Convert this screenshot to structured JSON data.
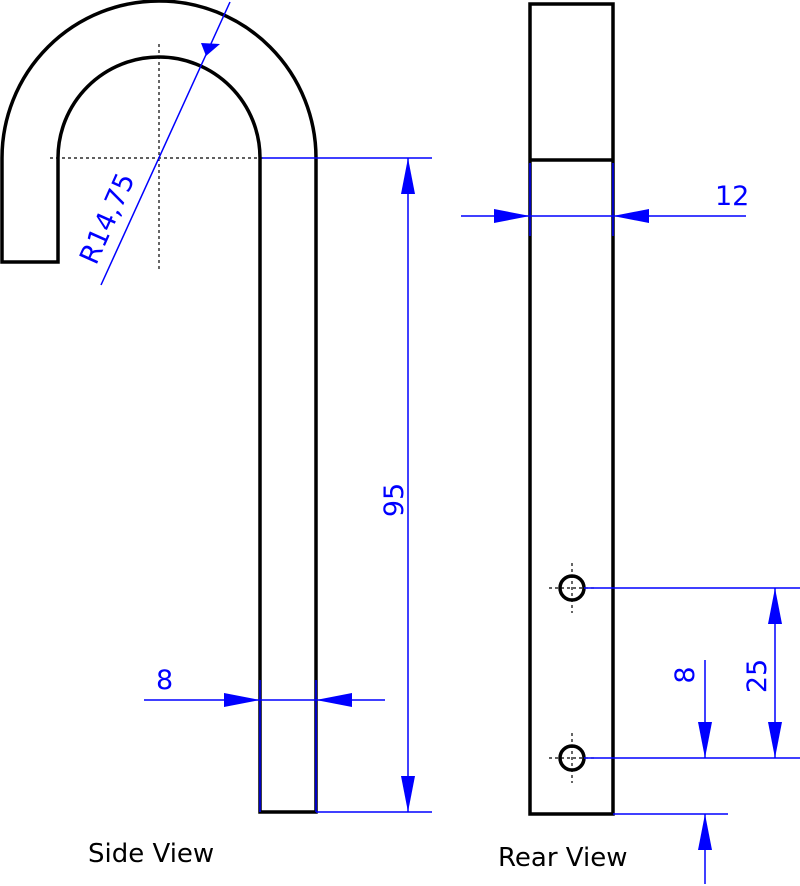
{
  "views": {
    "side": {
      "caption": "Side View",
      "dimensions": {
        "radius": "R14,75",
        "height": "95",
        "thickness": "8"
      }
    },
    "rear": {
      "caption": "Rear View",
      "dimensions": {
        "width": "12",
        "hole_spacing": "25",
        "hole_offset": "8"
      }
    }
  },
  "colors": {
    "part_outline": "#000000",
    "dimension": "#0000ff"
  }
}
